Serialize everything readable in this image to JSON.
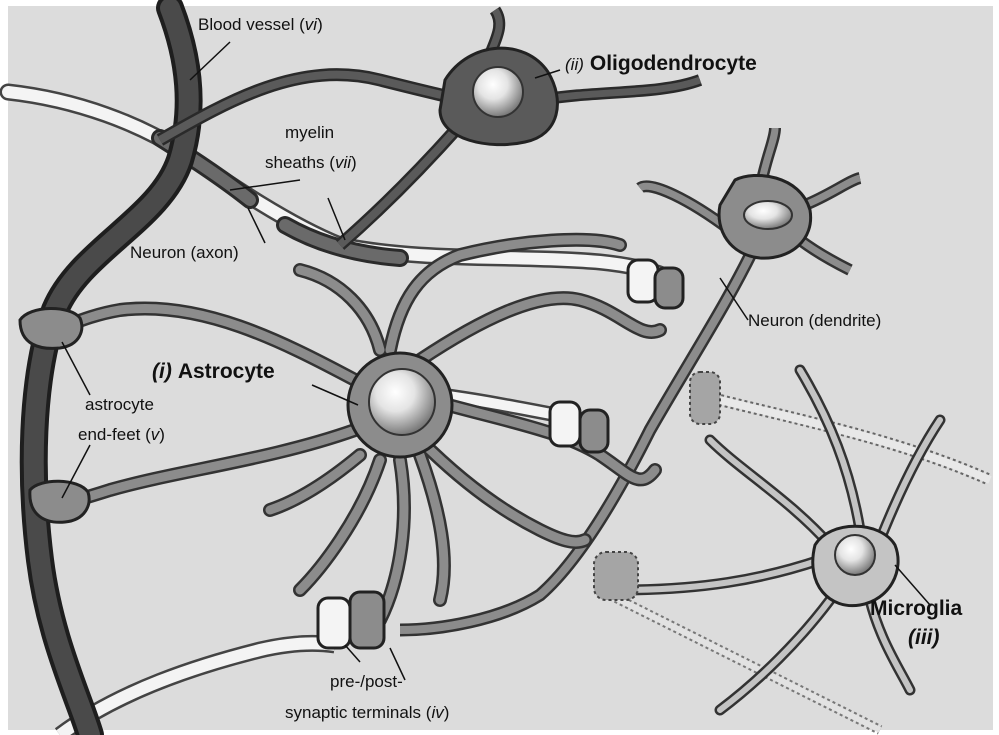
{
  "labels": {
    "blood_vessel": "Blood vessel (",
    "blood_vessel_num": "vi",
    "close": ")",
    "oligo_num": "(ii)",
    "oligo_name": "Oligodendrocyte",
    "myelin_line1": "myelin",
    "myelin_line2": "sheaths (",
    "myelin_num": "vii",
    "axon": "Neuron (axon)",
    "dendrite": "Neuron (dendrite)",
    "astro_num": "(i)",
    "astro_name": "Astrocyte",
    "endfeet_line1": "astrocyte",
    "endfeet_line2": "end-feet (",
    "endfeet_num": "v",
    "microglia_name": "Microglia",
    "microglia_num": "(iii)",
    "terminals_line1": "pre-/post-",
    "terminals_line2": "synaptic terminals (",
    "terminals_num": "iv"
  },
  "colors": {
    "background": "#dcdcdc",
    "vessel": "#3a3a3a",
    "astrocyte": "#8c8c8c",
    "oligodendrocyte": "#5a5a5a",
    "microglia": "#c4c4c4",
    "axon": "#f4f4f4"
  }
}
